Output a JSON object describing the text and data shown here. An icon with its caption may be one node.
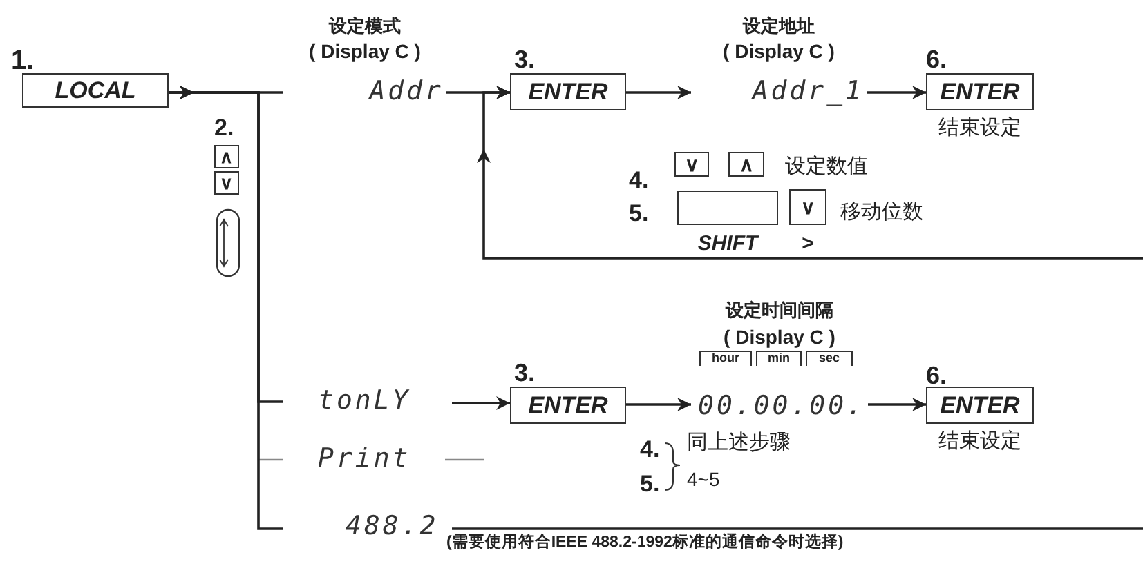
{
  "diagram": {
    "nodes": [
      {
        "text": [
          "LOCAL"
        ]
      },
      {
        "text": [
          "设定模式",
          "( Display C )",
          "Addr"
        ]
      },
      {
        "text": [
          "∧"
        ]
      },
      {
        "text": [
          "∨"
        ]
      },
      {
        "text": [
          "ENTER"
        ]
      },
      {
        "text": [
          "设定地址",
          "( Display C )",
          "Addr_1"
        ]
      },
      {
        "text": [
          "ENTER"
        ],
        "beside": [
          "结束设定"
        ]
      },
      {
        "text": [
          "∨"
        ]
      },
      {
        "text": [
          "∧"
        ]
      },
      {
        "text": [
          "SHIFT"
        ]
      },
      {
        "text": [
          "∨",
          ">"
        ]
      },
      {
        "text": [
          "tonLY"
        ]
      },
      {
        "text": [
          "ENTER"
        ]
      },
      {
        "text": [
          "设定时间间隔",
          "( Display C )",
          "00.00.00."
        ]
      },
      {
        "text": [
          "ENTER"
        ],
        "beside": [
          "结束设定"
        ]
      },
      {
        "text": [
          "Print"
        ]
      },
      {
        "text": [
          "488.2"
        ],
        "beside": [
          "(需要使用符合IEEE 488.2-1992标准的通信命令时选择)"
        ]
      }
    ],
    "edges": [
      {
        "from": 0,
        "to": 1,
        "arrow": "to"
      },
      {
        "from": 0,
        "to": 11,
        "arrow": "to"
      },
      {
        "from": 0,
        "to": 15,
        "arrow": "to",
        "color": "#888888"
      },
      {
        "from": 0,
        "to": 16,
        "arrow": "to"
      },
      {
        "from": 1,
        "to": 4,
        "arrow": "to"
      },
      {
        "from": 4,
        "to": 5,
        "arrow": "to"
      },
      {
        "from": 5,
        "to": 6,
        "arrow": "to"
      },
      {
        "from": null,
        "to": 4,
        "arrow": "to"
      },
      {
        "from": 11,
        "to": 12,
        "arrow": "to"
      },
      {
        "from": 12,
        "to": 13,
        "arrow": "to"
      },
      {
        "from": 13,
        "to": 14,
        "arrow": "to"
      }
    ],
    "labels": [
      "1.",
      "2.",
      "3.",
      "6.",
      "4.",
      "设定数值",
      "5.",
      "移动位数",
      "hour",
      "min",
      "sec",
      "3.",
      "6.",
      "4.",
      "同上述步骤",
      "5.",
      "4~5"
    ]
  }
}
